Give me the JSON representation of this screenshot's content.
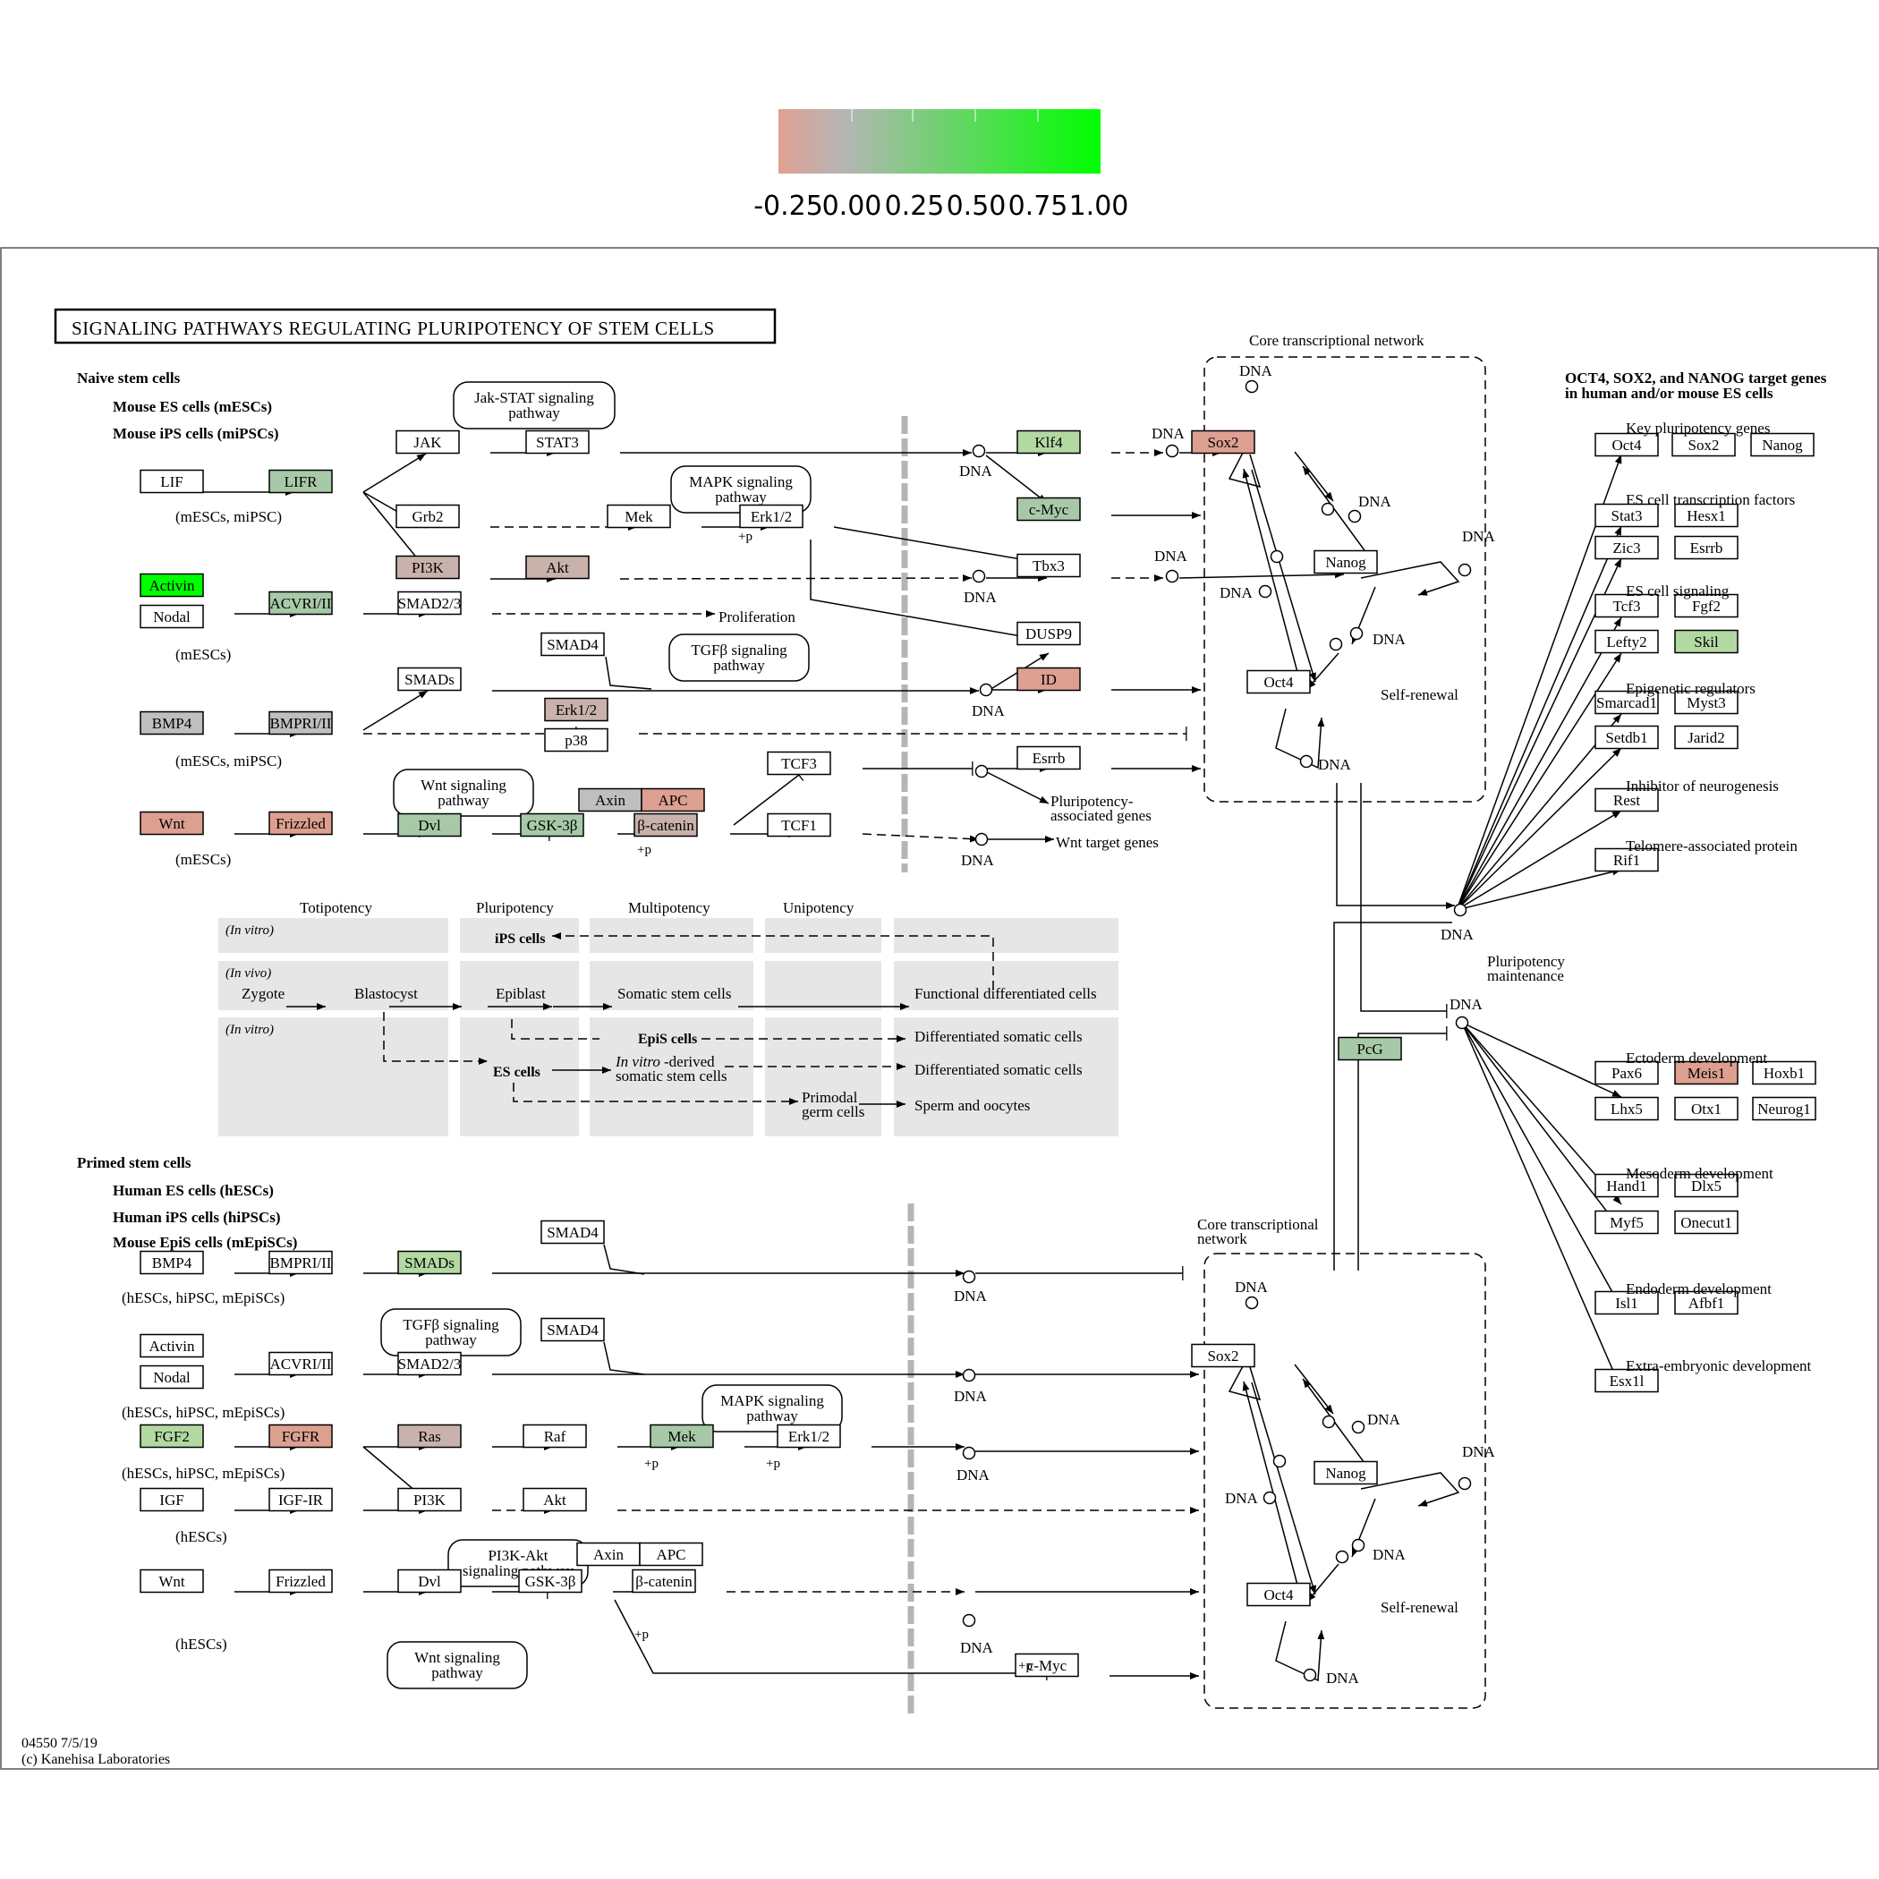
{
  "legend": {
    "ticks": [
      "-0.25",
      "0.00",
      "0.25",
      "0.50",
      "0.75",
      "1.00"
    ],
    "colors": [
      "#e0a090",
      "#b5b5b5",
      "#00ff00"
    ]
  },
  "title": "SIGNALING PATHWAYS REGULATING PLURIPOTENCY OF STEM CELLS",
  "colors": {
    "white": "#ffffff",
    "grey": "#bfbfbf",
    "pale_green": "#b3d9a3",
    "mid_green": "#a8c9a8",
    "bright_green": "#00ff00",
    "salmon": "#dda090",
    "mauve": "#c9b2ac",
    "region_fill": "#e6e6e6"
  },
  "footer": [
    "04550 7/5/19",
    "(c) Kanehisa Laboratories"
  ],
  "texts": [
    {
      "id": "naive",
      "text": "Naive stem cells"
    },
    {
      "id": "mescs",
      "text": "Mouse ES cells (mESCs)"
    },
    {
      "id": "mipscs",
      "text": "Mouse iPS cells (miPSCs)"
    },
    {
      "id": "lif_note",
      "text": "(mESCs, miPSC)"
    },
    {
      "id": "nodal_note",
      "text": "(mESCs)"
    },
    {
      "id": "bmp4_note",
      "text": "(mESCs, miPSC)"
    },
    {
      "id": "wnt_note",
      "text": "(mESCs)"
    },
    {
      "id": "proliferation",
      "text": "Proliferation"
    },
    {
      "id": "dna1",
      "text": "DNA"
    },
    {
      "id": "dna2",
      "text": "DNA"
    },
    {
      "id": "dna3",
      "text": "DNA"
    },
    {
      "id": "dna4",
      "text": "DNA"
    },
    {
      "id": "dna5",
      "text": "DNA"
    },
    {
      "id": "dna6",
      "text": "DNA"
    },
    {
      "id": "plurip_assoc_1",
      "text": "Pluripotency-"
    },
    {
      "id": "plurip_assoc_2",
      "text": "associated genes"
    },
    {
      "id": "wnt_targets",
      "text": "Wnt target genes"
    },
    {
      "id": "core_top",
      "text": "Core transcriptional network"
    },
    {
      "id": "self_renewal_top",
      "text": "Self-renewal"
    },
    {
      "id": "core_dna1",
      "text": "DNA"
    },
    {
      "id": "core_dna2",
      "text": "DNA"
    },
    {
      "id": "core_dna3",
      "text": "DNA"
    },
    {
      "id": "core_dna4",
      "text": "DNA"
    },
    {
      "id": "core_dna5",
      "text": "DNA"
    },
    {
      "id": "core_dna6",
      "text": "DNA"
    },
    {
      "id": "dna_right1",
      "text": "DNA"
    },
    {
      "id": "dna_right2",
      "text": "DNA"
    },
    {
      "id": "dna_right3",
      "text": "DNA"
    },
    {
      "id": "plurip_maint_1",
      "text": "Pluripotency"
    },
    {
      "id": "plurip_maint_2",
      "text": "maintenance"
    },
    {
      "id": "oct_title_1",
      "text": "OCT4, SOX2, and NANOG target genes"
    },
    {
      "id": "oct_title_2",
      "text": "in human and/or mouse ES cells"
    },
    {
      "id": "cat_key",
      "text": "Key pluripotency genes"
    },
    {
      "id": "cat_tf",
      "text": "ES cell transcription factors"
    },
    {
      "id": "cat_sig",
      "text": "ES cell signaling"
    },
    {
      "id": "cat_epi",
      "text": "Epigenetic regulators"
    },
    {
      "id": "cat_inh",
      "text": "Inhibitor of neurogenesis"
    },
    {
      "id": "cat_telo",
      "text": "Telomere-associated protein"
    },
    {
      "id": "cat_ecto",
      "text": "Ectoderm development"
    },
    {
      "id": "cat_meso",
      "text": "Mesoderm development"
    },
    {
      "id": "cat_endo",
      "text": "Endoderm development"
    },
    {
      "id": "cat_extra",
      "text": "Extra-embryonic development"
    },
    {
      "id": "tot",
      "text": "Totipotency"
    },
    {
      "id": "plu",
      "text": "Pluripotency"
    },
    {
      "id": "multi",
      "text": "Multipotency"
    },
    {
      "id": "uni",
      "text": "Unipotency"
    },
    {
      "id": "invitro1",
      "text": "(In vitro)"
    },
    {
      "id": "invivo",
      "text": "(In vivo)"
    },
    {
      "id": "invitro2",
      "text": "(In vitro)"
    },
    {
      "id": "ips_cells",
      "text": "iPS cells"
    },
    {
      "id": "zygote",
      "text": "Zygote"
    },
    {
      "id": "blastocyst",
      "text": "Blastocyst"
    },
    {
      "id": "epiblast",
      "text": "Epiblast"
    },
    {
      "id": "somatic",
      "text": "Somatic stem cells"
    },
    {
      "id": "func_diff",
      "text": "Functional differentiated cells"
    },
    {
      "id": "epis_cells",
      "text": "EpiS cells"
    },
    {
      "id": "diff_som1",
      "text": "Differentiated somatic cells"
    },
    {
      "id": "es_cells",
      "text": "ES cells"
    },
    {
      "id": "invitro_derived_a",
      "text": "In vitro"
    },
    {
      "id": "invitro_derived_b",
      "text": "-derived"
    },
    {
      "id": "somatic_stem2",
      "text": "somatic stem cells"
    },
    {
      "id": "diff_som2",
      "text": "Differentiated somatic cells"
    },
    {
      "id": "primodal1",
      "text": "Primodal"
    },
    {
      "id": "primodal2",
      "text": "germ cells"
    },
    {
      "id": "sperm",
      "text": "Sperm and oocytes"
    },
    {
      "id": "primed",
      "text": "Primed stem cells"
    },
    {
      "id": "hescs",
      "text": "Human ES cells (hESCs)"
    },
    {
      "id": "hipscs",
      "text": "Human iPS cells (hiPSCs)"
    },
    {
      "id": "mepiscs",
      "text": "Mouse EpiS cells (mEpiSCs)"
    },
    {
      "id": "bmp4b_note",
      "text": "(hESCs, hiPSC, mEpiSCs)"
    },
    {
      "id": "nodalb_note",
      "text": "(hESCs, hiPSC, mEpiSCs)"
    },
    {
      "id": "fgf2_note",
      "text": "(hESCs, hiPSC, mEpiSCs)"
    },
    {
      "id": "igf_note",
      "text": "(hESCs)"
    },
    {
      "id": "wntb_note",
      "text": "(hESCs)"
    },
    {
      "id": "dna_b1",
      "text": "DNA"
    },
    {
      "id": "dna_b2",
      "text": "DNA"
    },
    {
      "id": "dna_b3",
      "text": "DNA"
    },
    {
      "id": "dna_b4",
      "text": "DNA"
    },
    {
      "id": "core_bot_1",
      "text": "Core transcriptional"
    },
    {
      "id": "core_bot_2",
      "text": "network"
    },
    {
      "id": "self_renewal_bot",
      "text": "Self-renewal"
    },
    {
      "id": "core_b_dna1",
      "text": "DNA"
    },
    {
      "id": "core_b_dna2",
      "text": "DNA"
    },
    {
      "id": "core_b_dna3",
      "text": "DNA"
    },
    {
      "id": "core_b_dna4",
      "text": "DNA"
    },
    {
      "id": "core_b_dna5",
      "text": "DNA"
    },
    {
      "id": "core_b_dna6",
      "text": "DNA"
    },
    {
      "id": "p1",
      "text": "+p"
    },
    {
      "id": "p2",
      "text": "+p"
    },
    {
      "id": "p3",
      "text": "+p"
    },
    {
      "id": "p4",
      "text": "+p"
    },
    {
      "id": "p5",
      "text": "+p"
    },
    {
      "id": "p6",
      "text": "+p"
    }
  ],
  "pathways": [
    {
      "id": "jak",
      "l1": "Jak-STAT signaling",
      "l2": "pathway"
    },
    {
      "id": "mapk1",
      "l1": "MAPK signaling",
      "l2": "pathway"
    },
    {
      "id": "tgfb1",
      "l1": "TGFβ signaling",
      "l2": "pathway"
    },
    {
      "id": "wnt1",
      "l1": "Wnt signaling",
      "l2": "pathway"
    },
    {
      "id": "tgfb2",
      "l1": "TGFβ signaling",
      "l2": "pathway"
    },
    {
      "id": "mapk2",
      "l1": "MAPK signaling",
      "l2": "pathway"
    },
    {
      "id": "pi3k",
      "l1": "PI3K-Akt",
      "l2": "signaling pathway"
    },
    {
      "id": "wnt2",
      "l1": "Wnt signaling",
      "l2": "pathway"
    }
  ],
  "nodes": [
    {
      "id": "LIF",
      "label": "LIF",
      "color": "white"
    },
    {
      "id": "LIFR",
      "label": "LIFR",
      "color": "mid_green"
    },
    {
      "id": "JAK",
      "label": "JAK",
      "color": "white"
    },
    {
      "id": "STAT3",
      "label": "STAT3",
      "color": "white"
    },
    {
      "id": "Grb2",
      "label": "Grb2",
      "color": "white"
    },
    {
      "id": "Mek1",
      "label": "Mek",
      "color": "white"
    },
    {
      "id": "Erk12a",
      "label": "Erk1/2",
      "color": "white"
    },
    {
      "id": "PI3K1",
      "label": "PI3K",
      "color": "mauve"
    },
    {
      "id": "Akt1",
      "label": "Akt",
      "color": "mauve"
    },
    {
      "id": "Activin1",
      "label": "Activin",
      "color": "bright_green"
    },
    {
      "id": "Nodal1",
      "label": "Nodal",
      "color": "white"
    },
    {
      "id": "ACVR1",
      "label": "ACVRI/II",
      "color": "mid_green"
    },
    {
      "id": "SMAD231",
      "label": "SMAD2/3",
      "color": "white"
    },
    {
      "id": "SMAD4a",
      "label": "SMAD4",
      "color": "white"
    },
    {
      "id": "SMADs1",
      "label": "SMADs",
      "color": "white"
    },
    {
      "id": "BMP41",
      "label": "BMP4",
      "color": "grey"
    },
    {
      "id": "BMPR1",
      "label": "BMPRI/II",
      "color": "grey"
    },
    {
      "id": "Erk12b",
      "label": "Erk1/2",
      "color": "mauve"
    },
    {
      "id": "p38",
      "label": "p38",
      "color": "white"
    },
    {
      "id": "Wnt1",
      "label": "Wnt",
      "color": "salmon"
    },
    {
      "id": "Frizzled1",
      "label": "Frizzled",
      "color": "salmon"
    },
    {
      "id": "Dvl1",
      "label": "Dvl",
      "color": "mid_green"
    },
    {
      "id": "GSK1",
      "label": "GSK-3β",
      "color": "mid_green"
    },
    {
      "id": "Axin1",
      "label": "Axin",
      "color": "grey"
    },
    {
      "id": "APC1",
      "label": "APC",
      "color": "salmon"
    },
    {
      "id": "bcat1",
      "label": "β-catenin",
      "color": "mauve"
    },
    {
      "id": "TCF3",
      "label": "TCF3",
      "color": "white"
    },
    {
      "id": "TCF1",
      "label": "TCF1",
      "color": "white"
    },
    {
      "id": "Klf4",
      "label": "Klf4",
      "color": "pale_green"
    },
    {
      "id": "cMyc1",
      "label": "c-Myc",
      "color": "mid_green"
    },
    {
      "id": "Tbx3",
      "label": "Tbx3",
      "color": "white"
    },
    {
      "id": "DUSP9",
      "label": "DUSP9",
      "color": "white"
    },
    {
      "id": "ID",
      "label": "ID",
      "color": "salmon"
    },
    {
      "id": "Esrrb1",
      "label": "Esrrb",
      "color": "white"
    },
    {
      "id": "Sox2a",
      "label": "Sox2",
      "color": "salmon"
    },
    {
      "id": "Nanog1",
      "label": "Nanog",
      "color": "white"
    },
    {
      "id": "Oct4a",
      "label": "Oct4",
      "color": "white"
    },
    {
      "id": "t_Oct4",
      "label": "Oct4",
      "color": "white"
    },
    {
      "id": "t_Sox2",
      "label": "Sox2",
      "color": "white"
    },
    {
      "id": "t_Nanog",
      "label": "Nanog",
      "color": "white"
    },
    {
      "id": "t_Stat3",
      "label": "Stat3",
      "color": "white"
    },
    {
      "id": "t_Hesx1",
      "label": "Hesx1",
      "color": "white"
    },
    {
      "id": "t_Zic3",
      "label": "Zic3",
      "color": "white"
    },
    {
      "id": "t_Esrrb",
      "label": "Esrrb",
      "color": "white"
    },
    {
      "id": "t_Tcf3",
      "label": "Tcf3",
      "color": "white"
    },
    {
      "id": "t_Fgf2",
      "label": "Fgf2",
      "color": "white"
    },
    {
      "id": "t_Lefty2",
      "label": "Lefty2",
      "color": "white"
    },
    {
      "id": "t_Skil",
      "label": "Skil",
      "color": "pale_green"
    },
    {
      "id": "t_Smarcad1",
      "label": "Smarcad1",
      "color": "white"
    },
    {
      "id": "t_Myst3",
      "label": "Myst3",
      "color": "white"
    },
    {
      "id": "t_Setdb1",
      "label": "Setdb1",
      "color": "white"
    },
    {
      "id": "t_Jarid2",
      "label": "Jarid2",
      "color": "white"
    },
    {
      "id": "t_Rest",
      "label": "Rest",
      "color": "white"
    },
    {
      "id": "t_Rif1",
      "label": "Rif1",
      "color": "white"
    },
    {
      "id": "PcG",
      "label": "PcG",
      "color": "mid_green"
    },
    {
      "id": "t_Pax6",
      "label": "Pax6",
      "color": "white"
    },
    {
      "id": "t_Meis1",
      "label": "Meis1",
      "color": "salmon"
    },
    {
      "id": "t_Hoxb1",
      "label": "Hoxb1",
      "color": "white"
    },
    {
      "id": "t_Lhx5",
      "label": "Lhx5",
      "color": "white"
    },
    {
      "id": "t_Otx1",
      "label": "Otx1",
      "color": "white"
    },
    {
      "id": "t_Neurog1",
      "label": "Neurog1",
      "color": "white"
    },
    {
      "id": "t_Hand1",
      "label": "Hand1",
      "color": "white"
    },
    {
      "id": "t_Dlx5",
      "label": "Dlx5",
      "color": "white"
    },
    {
      "id": "t_Myf5",
      "label": "Myf5",
      "color": "white"
    },
    {
      "id": "t_Onecut1",
      "label": "Onecut1",
      "color": "white"
    },
    {
      "id": "t_Isl1",
      "label": "Isl1",
      "color": "white"
    },
    {
      "id": "t_Afbf1",
      "label": "Afbf1",
      "color": "white"
    },
    {
      "id": "t_Esx1l",
      "label": "Esx1l",
      "color": "white"
    },
    {
      "id": "BMP42",
      "label": "BMP4",
      "color": "white"
    },
    {
      "id": "BMPR2",
      "label": "BMPRI/II",
      "color": "white"
    },
    {
      "id": "SMADs2",
      "label": "SMADs",
      "color": "pale_green"
    },
    {
      "id": "SMAD4b",
      "label": "SMAD4",
      "color": "white"
    },
    {
      "id": "SMAD4c",
      "label": "SMAD4",
      "color": "white"
    },
    {
      "id": "Activin2",
      "label": "Activin",
      "color": "white"
    },
    {
      "id": "Nodal2",
      "label": "Nodal",
      "color": "white"
    },
    {
      "id": "ACVR2",
      "label": "ACVRI/II",
      "color": "white"
    },
    {
      "id": "SMAD232",
      "label": "SMAD2/3",
      "color": "white"
    },
    {
      "id": "FGF2",
      "label": "FGF2",
      "color": "pale_green"
    },
    {
      "id": "FGFR",
      "label": "FGFR",
      "color": "salmon"
    },
    {
      "id": "Ras",
      "label": "Ras",
      "color": "mauve"
    },
    {
      "id": "Raf",
      "label": "Raf",
      "color": "white"
    },
    {
      "id": "Mek2",
      "label": "Mek",
      "color": "mid_green"
    },
    {
      "id": "Erk12c",
      "label": "Erk1/2",
      "color": "white"
    },
    {
      "id": "IGF",
      "label": "IGF",
      "color": "white"
    },
    {
      "id": "IGFIR",
      "label": "IGF-IR",
      "color": "white"
    },
    {
      "id": "PI3K2",
      "label": "PI3K",
      "color": "white"
    },
    {
      "id": "Akt2",
      "label": "Akt",
      "color": "white"
    },
    {
      "id": "Wnt2",
      "label": "Wnt",
      "color": "white"
    },
    {
      "id": "Frizzled2",
      "label": "Frizzled",
      "color": "white"
    },
    {
      "id": "Dvl2",
      "label": "Dvl",
      "color": "white"
    },
    {
      "id": "GSK2",
      "label": "GSK-3β",
      "color": "white"
    },
    {
      "id": "Axin2",
      "label": "Axin",
      "color": "white"
    },
    {
      "id": "APC2",
      "label": "APC",
      "color": "white"
    },
    {
      "id": "bcat2",
      "label": "β-catenin",
      "color": "white"
    },
    {
      "id": "cMyc2",
      "label": "c-Myc",
      "color": "white"
    },
    {
      "id": "Sox2b",
      "label": "Sox2",
      "color": "white"
    },
    {
      "id": "Nanog2",
      "label": "Nanog",
      "color": "white"
    },
    {
      "id": "Oct4b",
      "label": "Oct4",
      "color": "white"
    }
  ]
}
